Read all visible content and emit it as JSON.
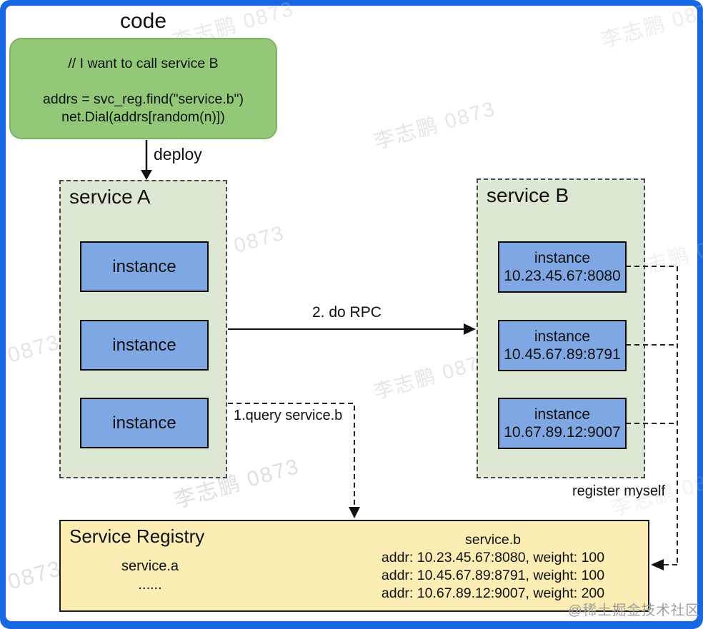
{
  "code_block": {
    "title": "code",
    "comment": "// I want to call service B",
    "code_line_1": "addrs = svc_reg.find(\"service.b\")",
    "code_line_2": "net.Dial(addrs[random(n)])"
  },
  "labels": {
    "deploy": "deploy",
    "rpc": "2. do RPC",
    "query": "1.query service.b",
    "register": "register myself"
  },
  "service_a": {
    "title": "service A",
    "instances": [
      "instance",
      "instance",
      "instance"
    ]
  },
  "service_b": {
    "title": "service B",
    "instances": [
      {
        "name": "instance",
        "addr": "10.23.45.67:8080"
      },
      {
        "name": "instance",
        "addr": "10.45.67.89:8791"
      },
      {
        "name": "instance",
        "addr": "10.67.89.12:9007"
      }
    ]
  },
  "registry": {
    "title": "Service Registry",
    "service_a_entry": {
      "name": "service.a",
      "more": "......"
    },
    "service_b_entry": {
      "name": "service.b",
      "rows": [
        "addr: 10.23.45.67:8080, weight: 100",
        "addr: 10.45.67.89:8791, weight: 100",
        "addr: 10.67.89.12:9007, weight: 200"
      ]
    }
  },
  "watermarks": {
    "stamp": "李志鹏 0873",
    "brand": "@稀土掘金技术社区"
  },
  "colors": {
    "frame_blue": "#1767E2",
    "code_green": "#92C877",
    "panel_green": "#DCE8D3",
    "instance_blue": "#7FA7E3",
    "registry_yellow": "#FBEDB3"
  }
}
